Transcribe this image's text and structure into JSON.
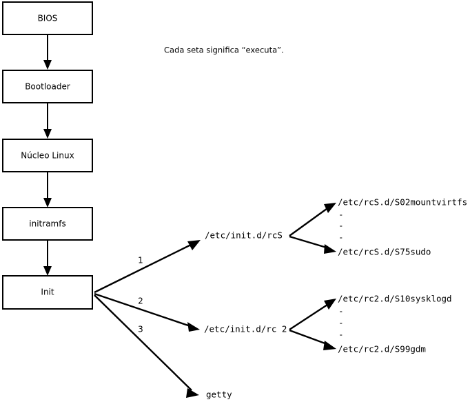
{
  "diagram": {
    "title": "Linux boot sequence diagram",
    "note": "Cada seta significa “executa”.",
    "stroke_color": "#000000",
    "box_fill_color": "#ffffff",
    "background_color": "#ffffff",
    "boot_chain": [
      {
        "id": "bios",
        "label": "BIOS"
      },
      {
        "id": "bootloader",
        "label": "Bootloader"
      },
      {
        "id": "kernel",
        "label": "Núcleo Linux"
      },
      {
        "id": "initramfs",
        "label": "initramfs"
      },
      {
        "id": "init",
        "label": "Init"
      }
    ],
    "init_branches": [
      {
        "number": "1",
        "label": "/etc/init.d/rcS"
      },
      {
        "number": "2",
        "label": "/etc/init.d/rc 2"
      },
      {
        "number": "3",
        "label": "getty"
      }
    ],
    "script_groups": [
      {
        "id": "rcs-scripts",
        "first": "/etc/rcS.d/S02mountvirtfs",
        "ellipsis": [
          "-",
          "-",
          "-"
        ],
        "last": "/etc/rcS.d/S75sudo"
      },
      {
        "id": "rc2-scripts",
        "first": "/etc/rc2.d/S10sysklogd",
        "ellipsis": [
          "-",
          "-",
          "-"
        ],
        "last": "/etc/rc2.d/S99gdm"
      }
    ]
  }
}
